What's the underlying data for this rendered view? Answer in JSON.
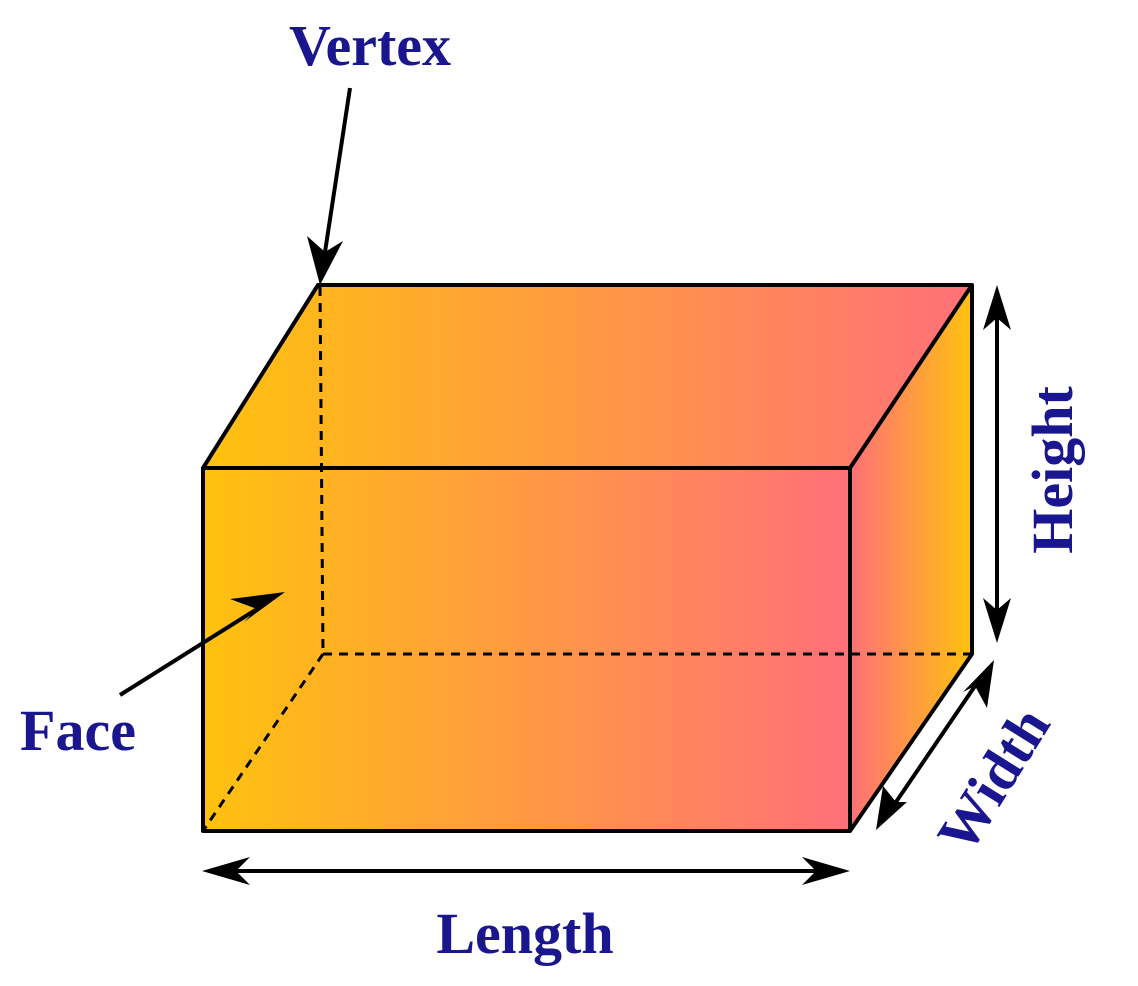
{
  "labels": {
    "vertex": "Vertex",
    "face": "Face",
    "height": "Height",
    "width": "Width",
    "length": "Length"
  },
  "colors": {
    "label_text": "#1a1690",
    "gradient_start": "#ffc20e",
    "gradient_end": "#ff7078",
    "edge": "#000000"
  }
}
